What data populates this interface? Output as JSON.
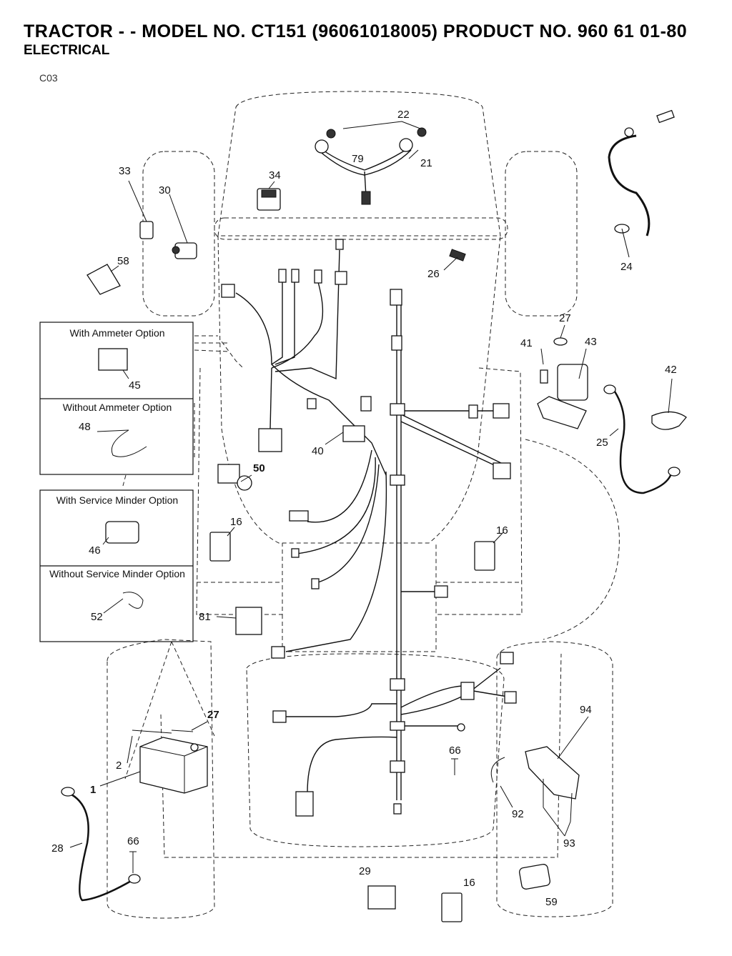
{
  "header": {
    "title": "TRACTOR - - MODEL NO. CT151 (96061018005) PRODUCT NO. 960 61 01-80",
    "subtitle": "ELECTRICAL",
    "figure_code": "C03"
  },
  "option_boxes": [
    {
      "top": "With Ammeter Option",
      "bottom": "Without Ammeter Option"
    },
    {
      "top": "With Service Minder Option",
      "bottom": "Without Service Minder Option"
    }
  ],
  "part_labels": {
    "p1": "1",
    "p2": "2",
    "p16a": "16",
    "p16b": "16",
    "p16c": "16",
    "p21": "21",
    "p22": "22",
    "p24": "24",
    "p25": "25",
    "p26": "26",
    "p27a": "27",
    "p27b": "27",
    "p28": "28",
    "p29": "29",
    "p30": "30",
    "p33": "33",
    "p34": "34",
    "p40": "40",
    "p41": "41",
    "p42": "42",
    "p43": "43",
    "p45": "45",
    "p46": "46",
    "p48": "48",
    "p50": "50",
    "p52": "52",
    "p58": "58",
    "p59": "59",
    "p66a": "66",
    "p66b": "66",
    "p79": "79",
    "p81": "81",
    "p92": "92",
    "p93": "93",
    "p94": "94"
  }
}
